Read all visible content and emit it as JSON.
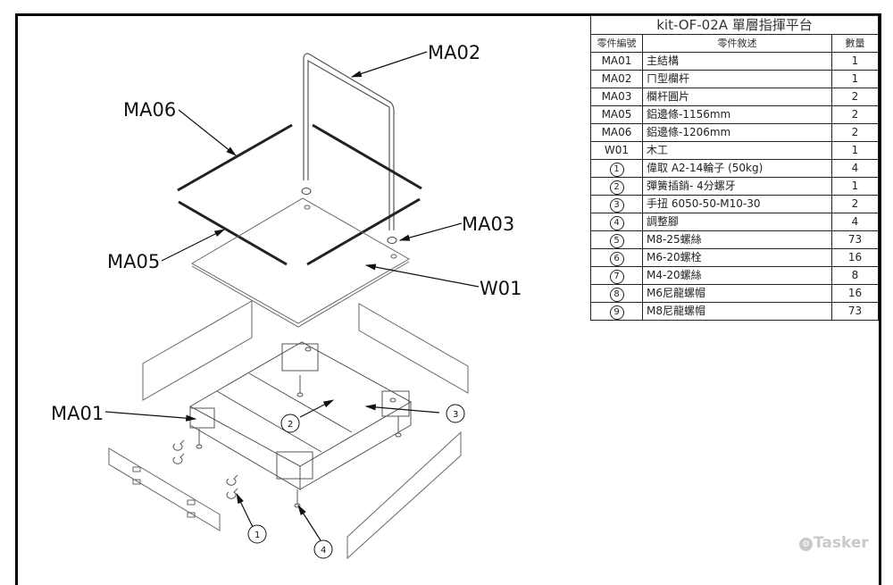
{
  "bom": {
    "title": "kit-OF-02A 單層指揮平台",
    "headers": {
      "id": "零件編號",
      "desc": "零件敘述",
      "qty": "數量"
    },
    "rows": [
      {
        "id": "MA01",
        "desc": "主結構",
        "qty": "1"
      },
      {
        "id": "MA02",
        "desc": "ㄇ型欄杆",
        "qty": "1"
      },
      {
        "id": "MA03",
        "desc": "欄杆圓片",
        "qty": "2"
      },
      {
        "id": "MA05",
        "desc": "鋁邊條-1156mm",
        "qty": "2"
      },
      {
        "id": "MA06",
        "desc": "鋁邊條-1206mm",
        "qty": "2"
      },
      {
        "id": "W01",
        "desc": "木工",
        "qty": "1"
      },
      {
        "id": "1",
        "desc": "偉取 A2-14輪子 (50kg)",
        "qty": "4",
        "circled": true
      },
      {
        "id": "2",
        "desc": "彈簧插銷- 4分螺牙",
        "qty": "1",
        "circled": true
      },
      {
        "id": "3",
        "desc": "手扭 6050-50-M10-30",
        "qty": "2",
        "circled": true
      },
      {
        "id": "4",
        "desc": "調整腳",
        "qty": "4",
        "circled": true
      },
      {
        "id": "5",
        "desc": "M8-25螺絲",
        "qty": "73",
        "circled": true
      },
      {
        "id": "6",
        "desc": "M6-20螺栓",
        "qty": "16",
        "circled": true
      },
      {
        "id": "7",
        "desc": "M4-20螺絲",
        "qty": "8",
        "circled": true
      },
      {
        "id": "8",
        "desc": "M6尼龍螺帽",
        "qty": "16",
        "circled": true
      },
      {
        "id": "9",
        "desc": "M8尼龍螺帽",
        "qty": "73",
        "circled": true
      }
    ]
  },
  "callouts": {
    "ma02": "MA02",
    "ma06": "MA06",
    "ma03": "MA03",
    "ma05": "MA05",
    "w01": "W01",
    "ma01": "MA01",
    "b1": "1",
    "b2": "2",
    "b3": "3",
    "b4": "4"
  },
  "watermark": {
    "text": "Tasker",
    "icon": "tasker-logo-icon"
  }
}
